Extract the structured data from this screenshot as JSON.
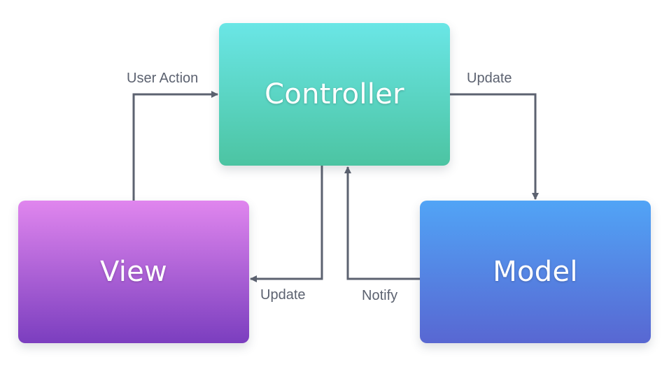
{
  "nodes": {
    "controller": "Controller",
    "view": "View",
    "model": "Model"
  },
  "edges": {
    "view_to_controller": "User Action",
    "controller_to_model": "Update",
    "controller_to_view": "Update",
    "model_to_controller": "Notify"
  },
  "colors": {
    "arrow": "#5c6270",
    "controller_top": "#6ae6e6",
    "controller_bottom": "#4cc4a2",
    "view_top": "#e086ee",
    "view_bottom": "#7b3ebf",
    "model_top": "#51a4f6",
    "model_bottom": "#5867d2"
  }
}
